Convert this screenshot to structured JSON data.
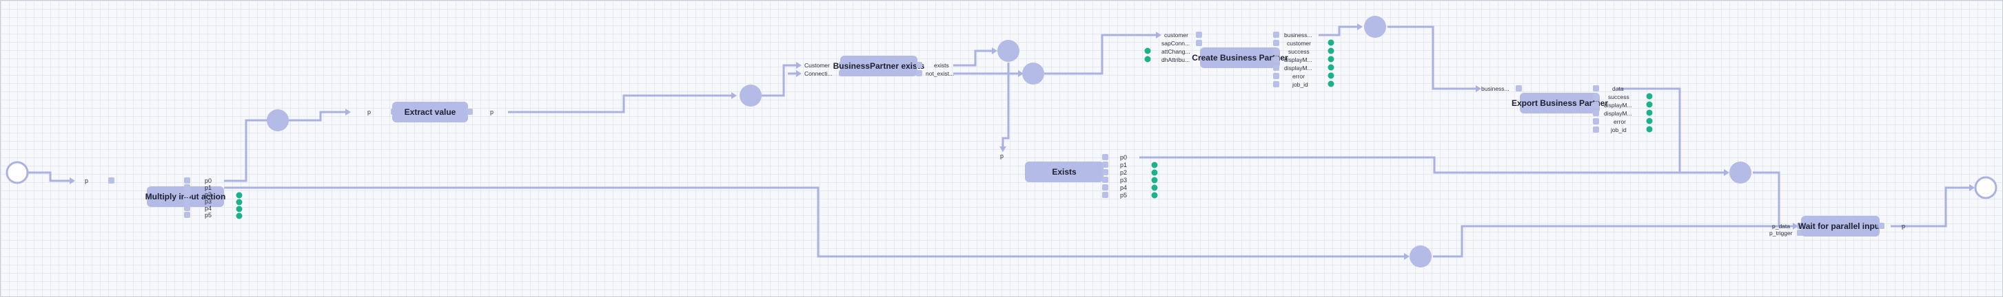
{
  "nodes": {
    "multiply": {
      "title": "Multiply input action",
      "input": "p",
      "outputs": [
        "p0",
        "p1",
        "p2",
        "p3",
        "p4",
        "p5"
      ]
    },
    "extract": {
      "title": "Extract value",
      "input": "p",
      "output": "p"
    },
    "bp_exists": {
      "title": "BusinessPartner exists",
      "inputs": [
        "Customer",
        "Connecti..."
      ],
      "outputs": [
        "exists",
        "not_exist..."
      ]
    },
    "create_bp": {
      "title": "Create Business Partner",
      "inputs": [
        "customer",
        "sapConn...",
        "attChang...",
        "dhAttribu..."
      ],
      "outputs": [
        "business...",
        "customer",
        "success",
        "displayM...",
        "displayM...",
        "error",
        "job_id"
      ]
    },
    "export_bp": {
      "title": "Export Business Partner",
      "input": "business...",
      "outputs": [
        "data",
        "success",
        "displayM...",
        "displayM...",
        "error",
        "job_id"
      ]
    },
    "exists": {
      "title": "Exists",
      "input": "p",
      "outputs": [
        "p0",
        "p1",
        "p2",
        "p3",
        "p4",
        "p5"
      ]
    },
    "wait": {
      "title": "Wait for parallel input",
      "inputs": [
        "p_data",
        "p_trigger"
      ],
      "output": "p"
    }
  },
  "colors": {
    "edge": "#aab2e2",
    "node": "#b3bbe6",
    "port": "#b9c0e8",
    "status_port": "#1bb18a"
  },
  "icons": [
    "start-event-icon",
    "end-event-icon",
    "merge-icon",
    "status-check-icon"
  ]
}
